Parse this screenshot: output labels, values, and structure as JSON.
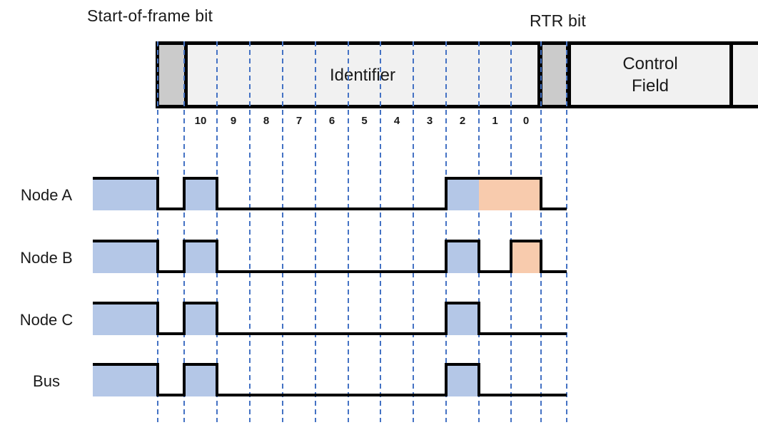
{
  "labels": {
    "sof_bit": "Start-of-frame bit",
    "rtr_bit": "RTR bit"
  },
  "frame_fields": {
    "identifier": "Identifier",
    "control_line1": "Control",
    "control_line2": "Field",
    "bit_numbers": [
      "10",
      "9",
      "8",
      "7",
      "6",
      "5",
      "4",
      "3",
      "2",
      "1",
      "0"
    ]
  },
  "colors": {
    "wave_fill_blue": "#b4c7e7",
    "wave_fill_orange": "#f8cbad",
    "bit_cell_gray": "#cbcbcb",
    "field_fill_gray": "#f1f1f1",
    "grid_dash_blue": "#4472c4",
    "line_black": "#000000"
  },
  "waveforms": [
    {
      "name": "Node A",
      "runs": [
        {
          "from": "start",
          "to": "L0",
          "level": "high",
          "fill": "blue"
        },
        {
          "from": "L0",
          "to": "L1",
          "level": "low",
          "fill": null
        },
        {
          "from": "L1",
          "to": "L2",
          "level": "high",
          "fill": "blue"
        },
        {
          "from": "L2",
          "to": "L9",
          "level": "low",
          "fill": null
        },
        {
          "from": "L9",
          "to": "L10",
          "level": "high",
          "fill": "blue"
        },
        {
          "from": "L10",
          "to": "L12",
          "level": "high",
          "fill": "orange"
        },
        {
          "from": "L12",
          "to": "end",
          "level": "low",
          "fill": null
        }
      ]
    },
    {
      "name": "Node B",
      "runs": [
        {
          "from": "start",
          "to": "L0",
          "level": "high",
          "fill": "blue"
        },
        {
          "from": "L0",
          "to": "L1",
          "level": "low",
          "fill": null
        },
        {
          "from": "L1",
          "to": "L2",
          "level": "high",
          "fill": "blue"
        },
        {
          "from": "L2",
          "to": "L9",
          "level": "low",
          "fill": null
        },
        {
          "from": "L9",
          "to": "L10",
          "level": "high",
          "fill": "blue"
        },
        {
          "from": "L10",
          "to": "L11",
          "level": "low",
          "fill": null
        },
        {
          "from": "L11",
          "to": "L12",
          "level": "high",
          "fill": "orange"
        },
        {
          "from": "L12",
          "to": "end",
          "level": "low",
          "fill": null
        }
      ]
    },
    {
      "name": "Node C",
      "runs": [
        {
          "from": "start",
          "to": "L0",
          "level": "high",
          "fill": "blue"
        },
        {
          "from": "L0",
          "to": "L1",
          "level": "low",
          "fill": null
        },
        {
          "from": "L1",
          "to": "L2",
          "level": "high",
          "fill": "blue"
        },
        {
          "from": "L2",
          "to": "L9",
          "level": "low",
          "fill": null
        },
        {
          "from": "L9",
          "to": "L10",
          "level": "high",
          "fill": "blue"
        },
        {
          "from": "L10",
          "to": "end",
          "level": "low",
          "fill": null
        }
      ]
    },
    {
      "name": "Bus",
      "runs": [
        {
          "from": "start",
          "to": "L0",
          "level": "high",
          "fill": "blue"
        },
        {
          "from": "L0",
          "to": "L1",
          "level": "low",
          "fill": null
        },
        {
          "from": "L1",
          "to": "L2",
          "level": "high",
          "fill": "blue"
        },
        {
          "from": "L2",
          "to": "L9",
          "level": "low",
          "fill": null
        },
        {
          "from": "L9",
          "to": "L10",
          "level": "high",
          "fill": "blue"
        },
        {
          "from": "L10",
          "to": "end",
          "level": "low",
          "fill": null
        }
      ]
    }
  ]
}
